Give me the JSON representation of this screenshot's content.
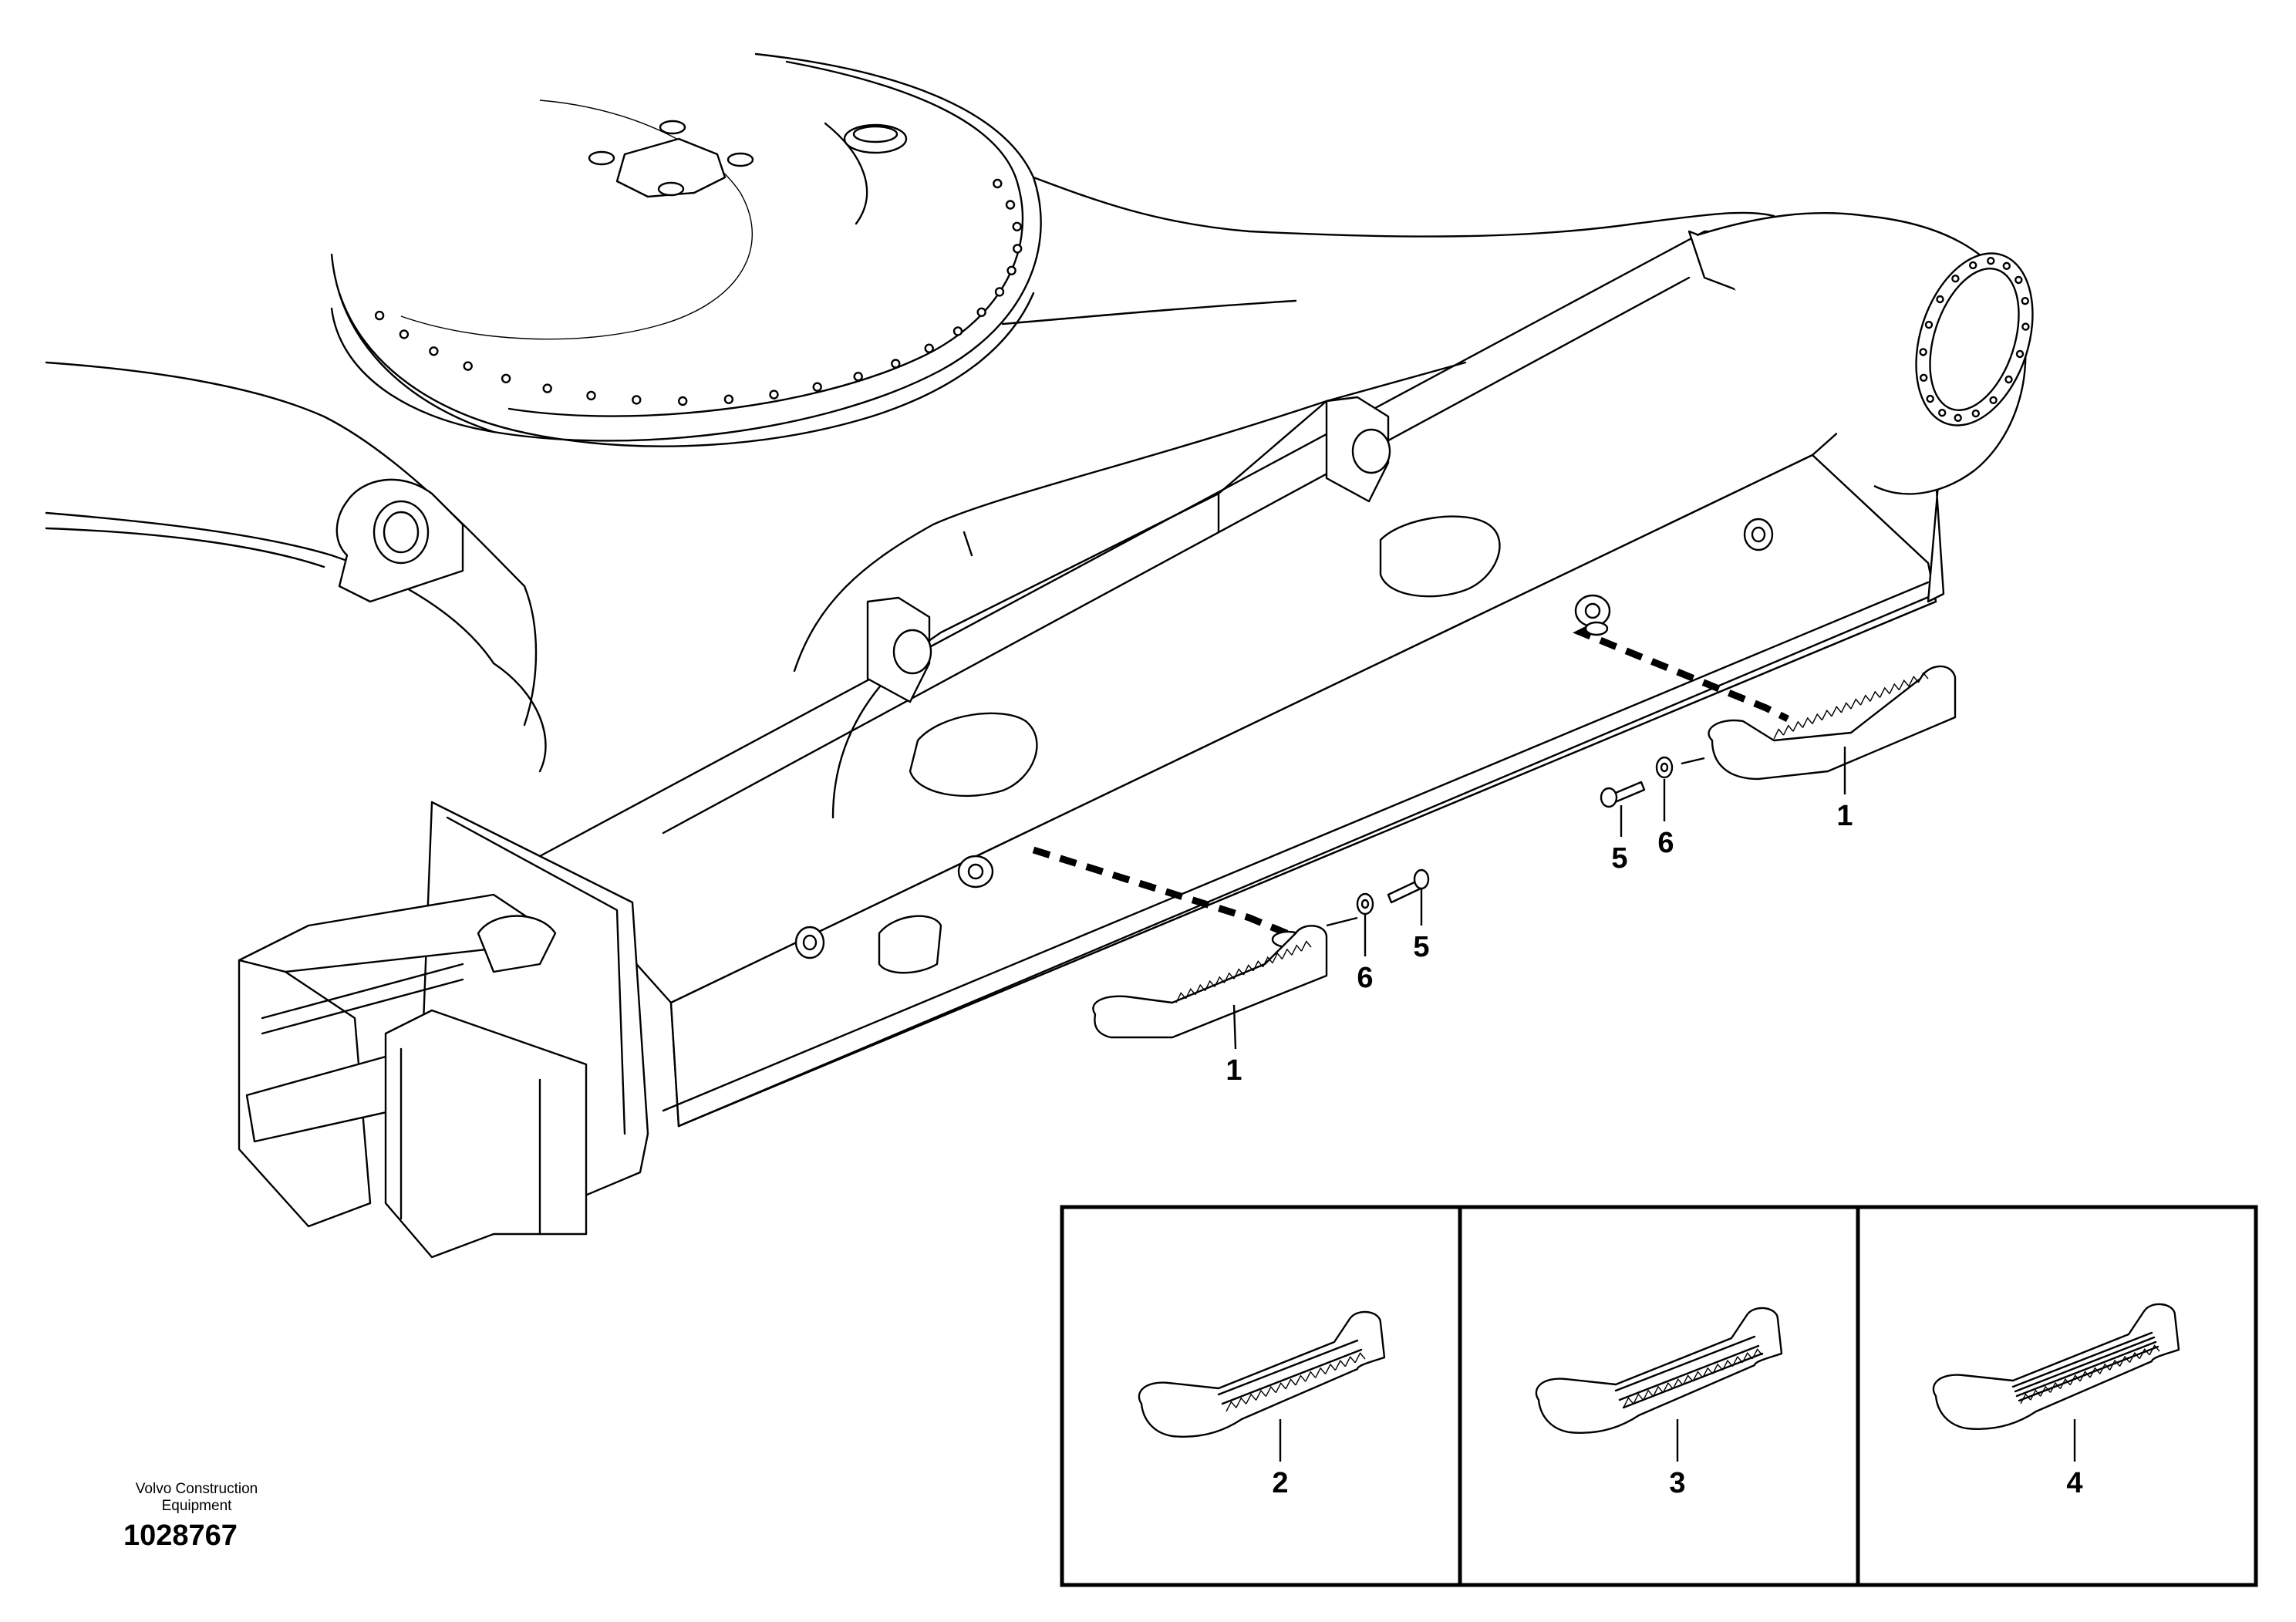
{
  "callouts": {
    "c1a": "1",
    "c1b": "1",
    "c5a": "5",
    "c5b": "5",
    "c6a": "6",
    "c6b": "6",
    "v2": "2",
    "v3": "3",
    "v4": "4"
  },
  "credit": {
    "line1": "Volvo Construction",
    "line2": "Equipment"
  },
  "doc_number": "1028767"
}
